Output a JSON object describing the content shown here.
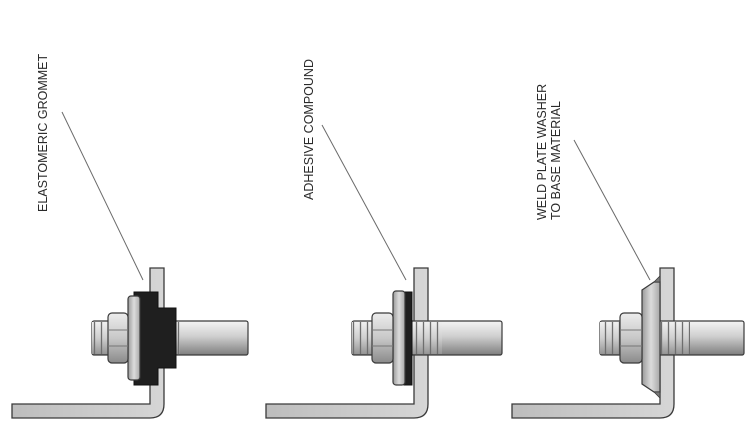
{
  "figure": {
    "panels": [
      {
        "id": "grommet",
        "label_lines": [
          "ELASTOMERIC GROMMET"
        ]
      },
      {
        "id": "adhesive",
        "label_lines": [
          "ADHESIVE COMPOUND"
        ]
      },
      {
        "id": "weld",
        "label_lines": [
          "WELD PLATE WASHER",
          "TO BASE MATERIAL"
        ]
      }
    ]
  },
  "colors": {
    "steel_light": "#d9d9d9",
    "steel_mid": "#bdbdbd",
    "steel_dark": "#8c8c8c",
    "outline": "#3a3a3a",
    "elastomer": "#1f1f1f",
    "leader": "#6a6a6a"
  }
}
